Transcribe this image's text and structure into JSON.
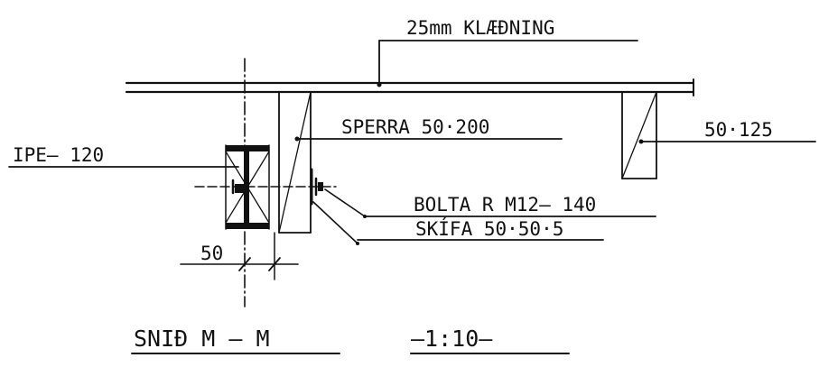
{
  "labels": {
    "cladding": "25mm  KLÆÐNING",
    "rafter": "SPERRA  50·200",
    "beam_profile": "IPE– 120",
    "small_member": "50·125",
    "bolts": "BOLTA R  M12– 140",
    "washer": "SKÍFA  50·50·5",
    "dimension": "50",
    "section_title": "SNIÐ   M – M",
    "scale": "—1:10—"
  },
  "colors": {
    "ink": "#111111",
    "paper": "#ffffff"
  }
}
